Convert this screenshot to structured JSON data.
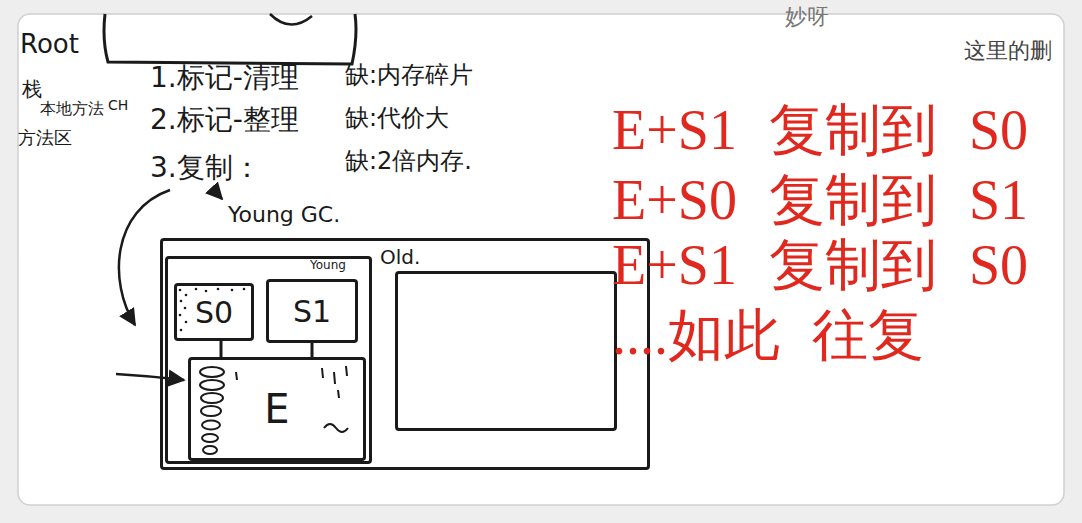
{
  "diagram": {
    "nodes": [
      {
        "text": [
          "Young GC."
        ]
      },
      {
        "text": [
          "Young"
        ],
        "in": 0
      },
      {
        "text": [
          "S0"
        ],
        "in": 1
      },
      {
        "text": [
          "S1"
        ],
        "in": 1
      },
      {
        "text": [
          "E"
        ],
        "in": 1
      },
      {
        "text": [
          "Old."
        ],
        "in": 0
      }
    ],
    "edges": [
      {
        "from": 2,
        "to": 4,
        "arrow": "none"
      },
      {
        "from": 3,
        "to": 4,
        "arrow": "none"
      }
    ],
    "labels": [
      "Root",
      "栈",
      "本地方法",
      "CH",
      "方法区",
      "1.标记-清理",
      "2.标记-整理",
      "3.复制：",
      "缺:内存碎片",
      "缺:代价大",
      "缺:2倍内存.",
      "E+S1 复制到 S0",
      "E+S0 复制到 S1",
      "E+S1 复制到 S0",
      "....如此 往复",
      "妙呀",
      "这里的删"
    ]
  }
}
